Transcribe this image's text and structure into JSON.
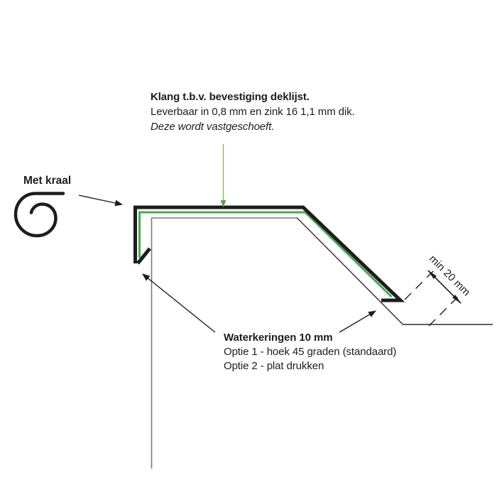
{
  "klang_note": {
    "title": "Klang t.b.v. bevestiging deklijst.",
    "line2": "Leverbaar in 0,8 mm en zink 16 1,1 mm dik.",
    "line3": "Deze wordt vastgeschoeft."
  },
  "kraal_note": {
    "label": "Met kraal"
  },
  "waterkering_note": {
    "title": "Waterkeringen 10 mm",
    "optie1": "Optie 1 - hoek 45 graden (standaard)",
    "optie2": "Optie 2 - plat drukken"
  },
  "dimension_note": {
    "label": "min 20 mm"
  },
  "colors": {
    "ink": "#1d1d1b",
    "klang_green": "#46ab4f",
    "arrow_green_stem": "#9aae58",
    "arrow_green_head": "#55a455",
    "wall_gray": "#7a7a7a",
    "roof_line": "#2e2e2e"
  }
}
